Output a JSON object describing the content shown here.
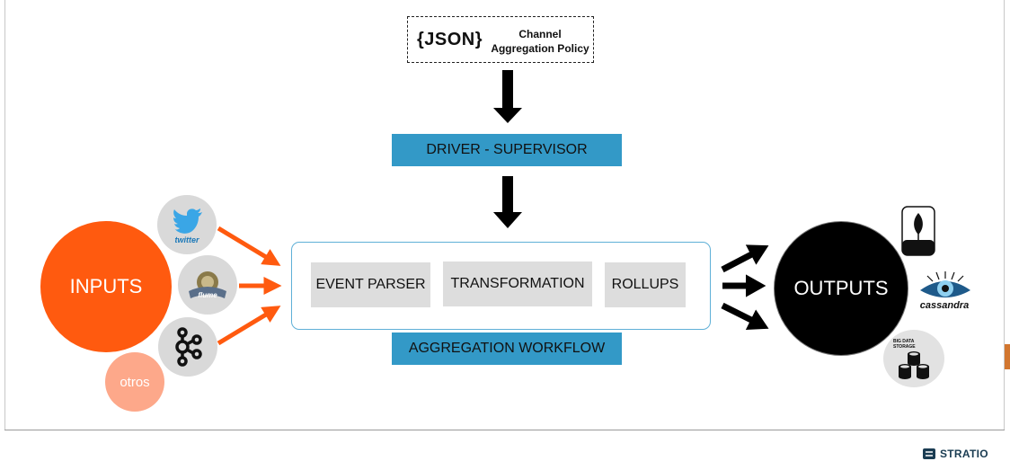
{
  "config": {
    "json_label": "{JSON}",
    "policy_line1": "Channel",
    "policy_line2": "Aggregation Policy"
  },
  "driver": {
    "label": "DRIVER - SUPERVISOR"
  },
  "workflow": {
    "label": "AGGREGATION WORKFLOW",
    "steps": [
      "EVENT PARSER",
      "TRANSFORMATION",
      "ROLLUPS"
    ]
  },
  "inputs": {
    "label": "INPUTS",
    "sources": [
      "twitter",
      "flume",
      "kafka"
    ],
    "other_label": "otros"
  },
  "outputs": {
    "label": "OUTPUTS",
    "cassandra_label": "cassandra",
    "big_data_line1": "BIG DATA",
    "big_data_line2": "STORAGE"
  },
  "brand": {
    "label": "STRATIO"
  },
  "colors": {
    "accent_blue": "#3399c7",
    "input_orange": "#ff5a0f",
    "other_peach": "#fda88a",
    "arrow_orange": "#ff5a0f",
    "output_black": "#000000"
  },
  "icons": {
    "twitter": "twitter-bird-icon",
    "flume": "flume-icon",
    "kafka": "kafka-icon",
    "mongodb": "mongodb-leaf-icon",
    "cassandra": "cassandra-eye-icon",
    "big_data": "database-stack-icon",
    "brand": "stratio-logo-icon"
  }
}
